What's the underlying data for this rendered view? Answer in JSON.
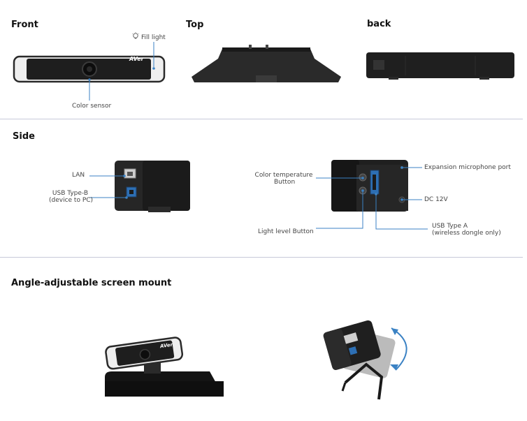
{
  "sections": {
    "front": "Front",
    "top": "Top",
    "back": "back",
    "side": "Side",
    "mount": "Angle-adjustable screen mount"
  },
  "front": {
    "fill_light": "Fill light",
    "color_sensor": "Color sensor",
    "logo": "AVer"
  },
  "side_left": {
    "lan": "LAN",
    "usb_b_line1": "USB Type-B",
    "usb_b_line2": "(device to PC)"
  },
  "side_right": {
    "color_temp_line1": "Color temperature",
    "color_temp_line2": "Button",
    "light_level": "Light level Button",
    "expansion_mic": "Expansion microphone port",
    "dc": "DC 12V",
    "usb_a_line1": "USB Type A",
    "usb_a_line2": "(wireless dongle only)"
  },
  "mount": {
    "logo": "AVer"
  },
  "colors": {
    "callout": "#3b82c4",
    "divider": "#c7c9d9",
    "device": "#1c1c1c"
  }
}
